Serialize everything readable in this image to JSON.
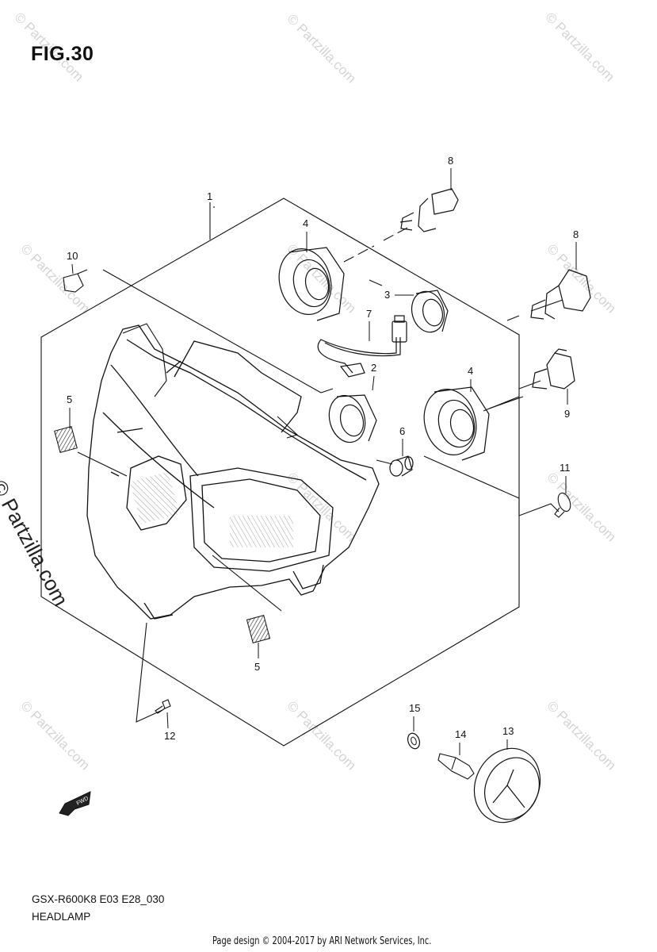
{
  "figure": {
    "title": "FIG.30",
    "model_code": "GSX-R600K8 E03 E28_030",
    "caption": "HEADLAMP"
  },
  "footer": {
    "credit": "Page design © 2004-2017 by ARI Network Services, Inc."
  },
  "watermark": {
    "text": "© Partzilla.com"
  },
  "callouts": {
    "c1": "1",
    "c2": "2",
    "c3": "3",
    "c4a": "4",
    "c4b": "4",
    "c5a": "5",
    "c5b": "5",
    "c6": "6",
    "c7": "7",
    "c8a": "8",
    "c8b": "8",
    "c9": "9",
    "c10": "10",
    "c11": "11",
    "c12": "12",
    "c13": "13",
    "c14": "14",
    "c15": "15"
  },
  "icons": [
    "fwd-arrow-icon"
  ]
}
